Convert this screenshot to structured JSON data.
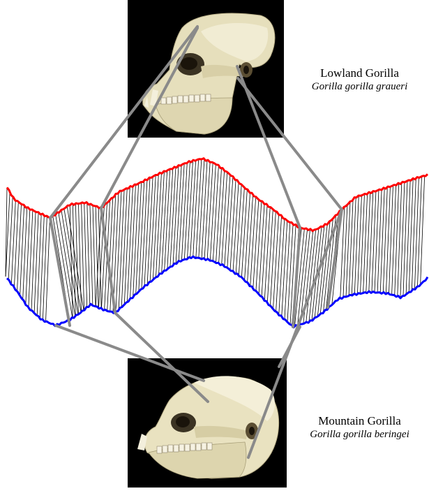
{
  "specimens": {
    "top": {
      "common_name": "Lowland Gorilla",
      "scientific_name": "Gorilla gorilla graueri"
    },
    "bottom": {
      "common_name": "Mountain Gorilla",
      "scientific_name": "Gorilla gorilla beringei"
    }
  },
  "colors": {
    "top_curve": "#ff0000",
    "bottom_curve": "#0000ff",
    "correspondence_lines": "#000000",
    "landmark_connectors": "#8a8a8a",
    "photo_background": "#000000",
    "bone": "#e9e2c0"
  }
}
